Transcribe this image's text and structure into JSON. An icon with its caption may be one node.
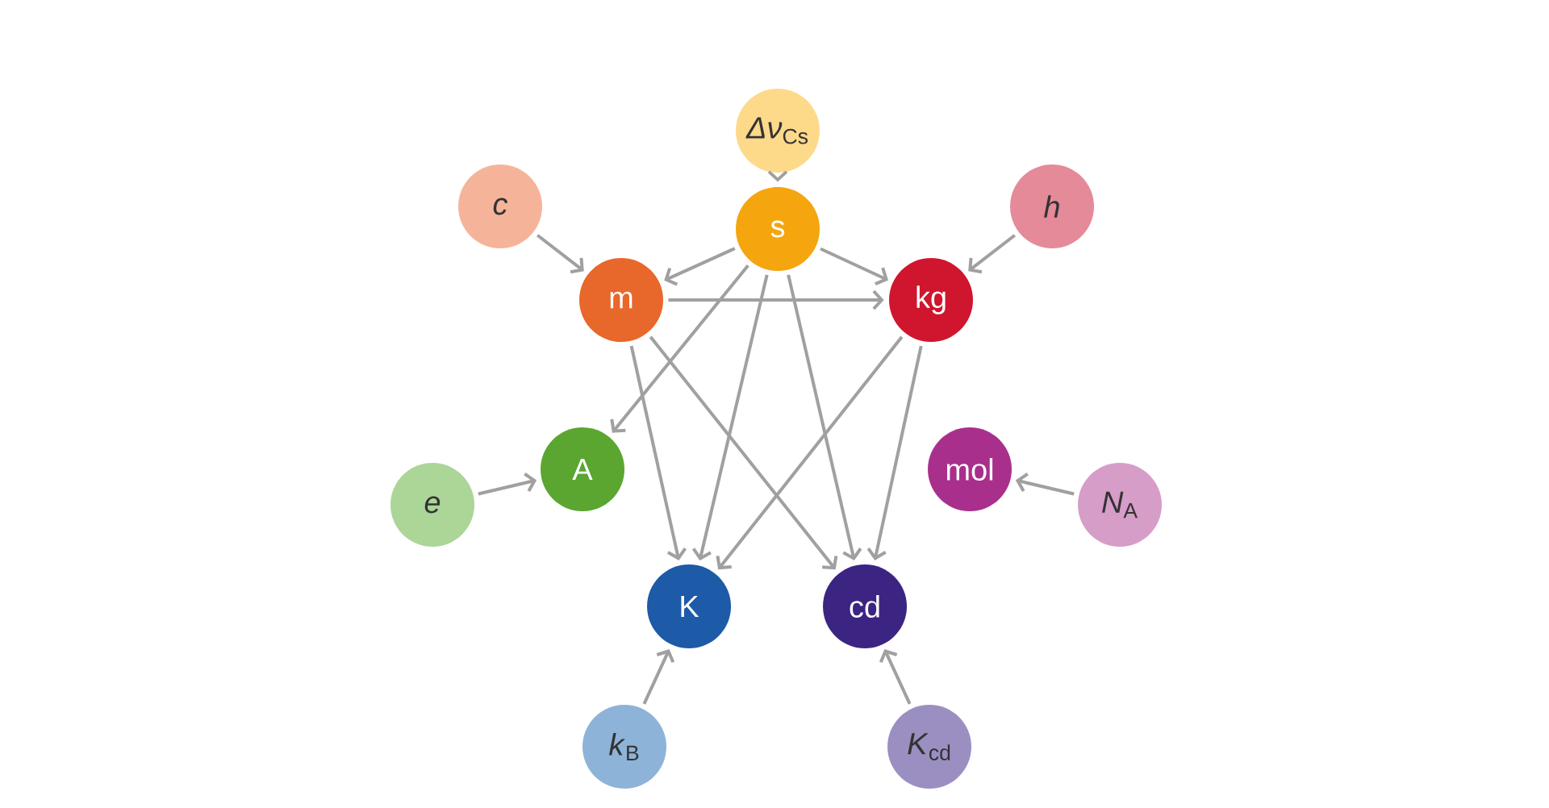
{
  "diagram": {
    "nodes": [
      {
        "text": [
          "*Δν*$_{Cs}$"
        ]
      },
      {
        "text": [
          "*c*"
        ]
      },
      {
        "text": [
          "*h*"
        ]
      },
      {
        "text": [
          "s"
        ]
      },
      {
        "text": [
          "m"
        ]
      },
      {
        "text": [
          "kg"
        ]
      },
      {
        "text": [
          "A"
        ]
      },
      {
        "text": [
          "*e*"
        ]
      },
      {
        "text": [
          "mol"
        ]
      },
      {
        "text": [
          "*N*$_{A}$"
        ]
      },
      {
        "text": [
          "K"
        ]
      },
      {
        "text": [
          "cd"
        ]
      },
      {
        "text": [
          "*k*$_{B}$"
        ]
      },
      {
        "text": [
          "*K*$_{cd}$"
        ]
      }
    ],
    "edges": [
      {
        "from": 0,
        "to": 3,
        "arrow": "to"
      },
      {
        "from": 1,
        "to": 4,
        "arrow": "to"
      },
      {
        "from": 2,
        "to": 5,
        "arrow": "to"
      },
      {
        "from": 3,
        "to": 4,
        "arrow": "to"
      },
      {
        "from": 3,
        "to": 5,
        "arrow": "to"
      },
      {
        "from": 3,
        "to": 6,
        "arrow": "to"
      },
      {
        "from": 3,
        "to": 10,
        "arrow": "to"
      },
      {
        "from": 3,
        "to": 11,
        "arrow": "to"
      },
      {
        "from": 4,
        "to": 5,
        "arrow": "to"
      },
      {
        "from": 4,
        "to": 10,
        "arrow": "to"
      },
      {
        "from": 4,
        "to": 11,
        "arrow": "to"
      },
      {
        "from": 5,
        "to": 10,
        "arrow": "to"
      },
      {
        "from": 5,
        "to": 11,
        "arrow": "to"
      },
      {
        "from": 7,
        "to": 6,
        "arrow": "to"
      },
      {
        "from": 9,
        "to": 8,
        "arrow": "to"
      },
      {
        "from": 12,
        "to": 10,
        "arrow": "to"
      },
      {
        "from": 13,
        "to": 11,
        "arrow": "to"
      }
    ]
  }
}
